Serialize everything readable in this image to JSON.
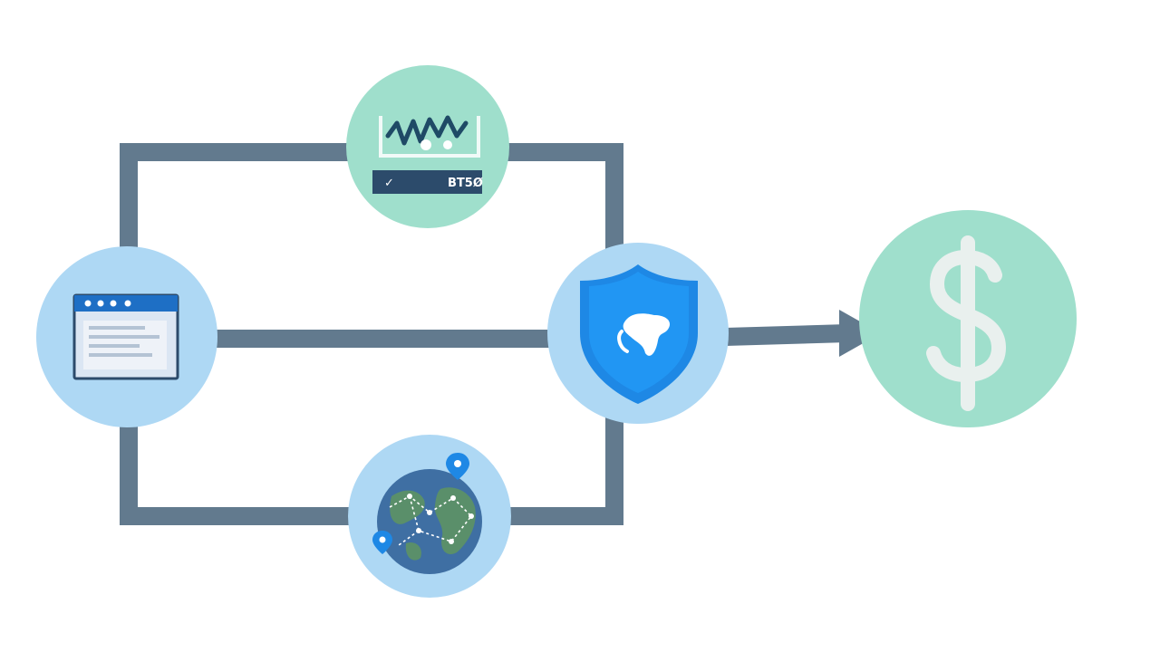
{
  "diagram": {
    "colors": {
      "background": "#ffffff",
      "connector": "#627a8e",
      "node_blue": "#aed8f4",
      "node_green": "#9fdfcc",
      "shield": "#1e88e5",
      "dark_navy": "#2c4b6b",
      "globe_ocean": "#3f6fa3",
      "globe_land": "#5a8f6a",
      "dollar": "#e9f0ee"
    },
    "nodes": [
      {
        "id": "browser",
        "icon": "browser-window-icon"
      },
      {
        "id": "analytics",
        "icon": "line-chart-icon",
        "label_left": "✓",
        "label_right": "BT5Ø"
      },
      {
        "id": "security",
        "icon": "shield-globe-icon"
      },
      {
        "id": "global",
        "icon": "globe-network-icon"
      },
      {
        "id": "revenue",
        "icon": "dollar-sign-icon"
      }
    ],
    "edges": [
      {
        "from": "browser",
        "to": "analytics",
        "route": "top"
      },
      {
        "from": "browser",
        "to": "security",
        "route": "direct"
      },
      {
        "from": "browser",
        "to": "global",
        "route": "bottom"
      },
      {
        "from": "analytics",
        "to": "security",
        "route": "top"
      },
      {
        "from": "global",
        "to": "security",
        "route": "bottom"
      },
      {
        "from": "security",
        "to": "revenue",
        "route": "arrow"
      }
    ]
  }
}
